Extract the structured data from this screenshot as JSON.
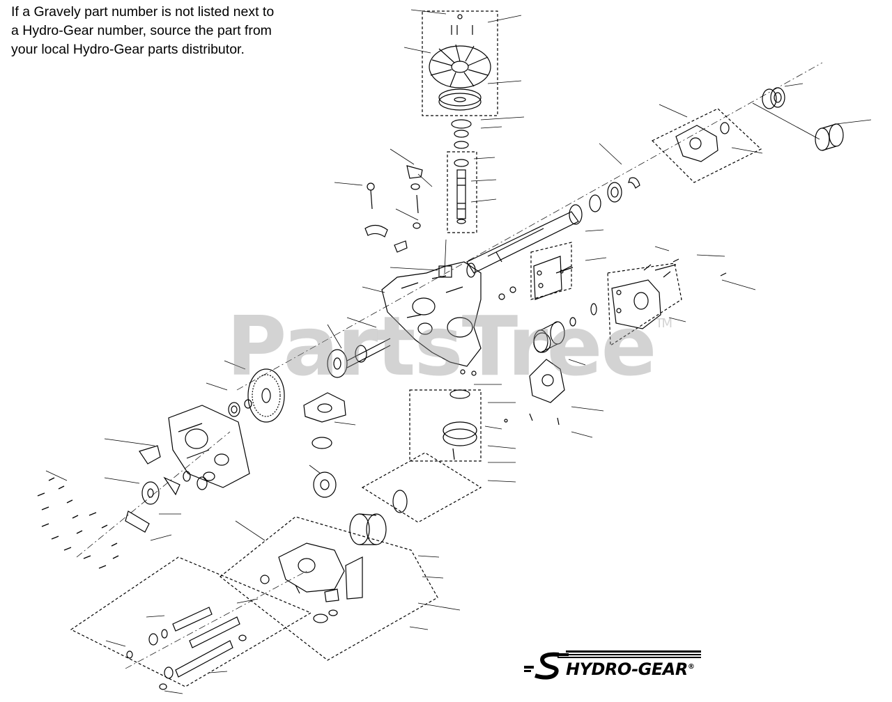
{
  "note": {
    "line1": "If a Gravely part number is not listed next to",
    "line2": "a Hydro-Gear number, source the part from",
    "line3": "your local Hydro-Gear parts distributor."
  },
  "watermark": {
    "text": "PartsTree",
    "mark": "TM"
  },
  "logo": {
    "text": "HYDRO-GEAR",
    "mark": "®"
  },
  "colors": {
    "ink": "#000000",
    "watermark": "#9a9a9a",
    "background": "#ffffff"
  }
}
